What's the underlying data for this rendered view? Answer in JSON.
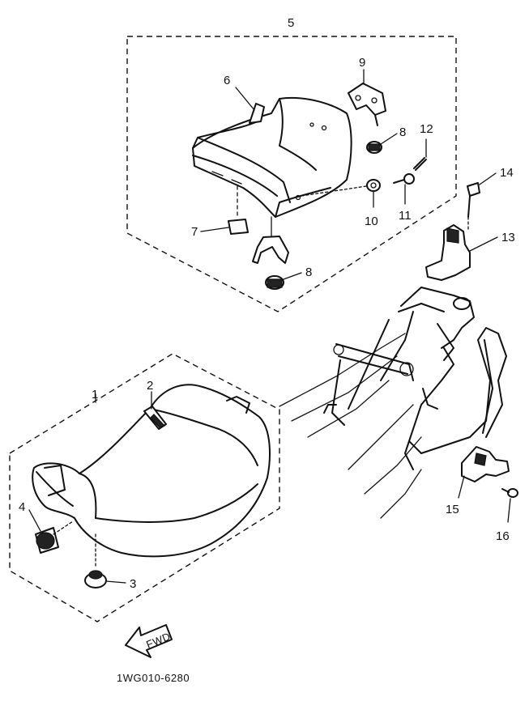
{
  "callouts": [
    "1",
    "2",
    "3",
    "4",
    "5",
    "6",
    "7",
    "8",
    "8",
    "9",
    "10",
    "11",
    "12",
    "13",
    "14",
    "15",
    "16"
  ],
  "fwd_label": "FWD",
  "diagram_code": "1WG010-6280"
}
